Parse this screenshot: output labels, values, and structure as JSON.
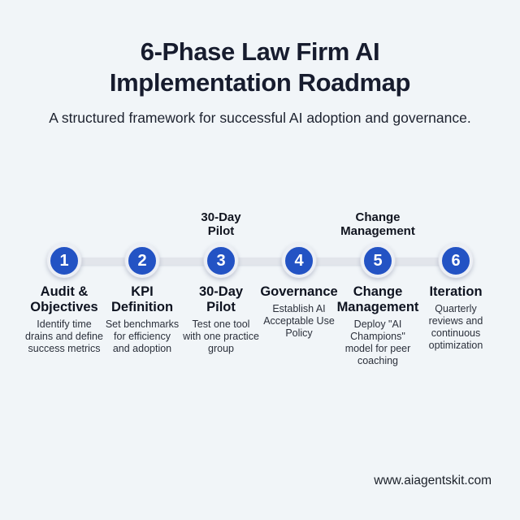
{
  "header": {
    "title_lines": [
      "6-Phase Law Firm AI",
      "Implementation Roadmap"
    ],
    "subtitle": "A structured framework for successful AI adoption and governance."
  },
  "timeline": {
    "phases": [
      {
        "number": "1",
        "title": [
          "Audit &",
          "Objectives"
        ],
        "description": [
          "Identify time",
          "drains and define",
          "success metrics"
        ]
      },
      {
        "number": "2",
        "title": [
          "KPI",
          "Definition"
        ],
        "description": [
          "Set benchmarks",
          "for efficiency",
          "and adoption"
        ]
      },
      {
        "number": "3",
        "above_label": [
          "30-Day",
          "Pilot"
        ],
        "title": [
          "30-Day",
          "Pilot"
        ],
        "description": [
          "Test one tool",
          "with one practice",
          "group"
        ]
      },
      {
        "number": "4",
        "title": [
          "Governance"
        ],
        "description": [
          "Establish AI",
          "Acceptable Use",
          "Policy"
        ]
      },
      {
        "number": "5",
        "above_label": [
          "Change",
          "Management"
        ],
        "title": [
          "Change",
          "Management"
        ],
        "description": [
          "Deploy \"AI",
          "Champions\"",
          "model for peer",
          "coaching"
        ]
      },
      {
        "number": "6",
        "title": [
          "Iteration"
        ],
        "description": [
          "Quarterly",
          "reviews and",
          "continuous",
          "optimization"
        ]
      }
    ]
  },
  "footer": {
    "website": "www.aiagentskit.com"
  },
  "colors": {
    "background": "#f1f5f8",
    "accent_blue": "#2353c4",
    "track_gray": "#e2e5eb",
    "title_navy": "#171c2e"
  }
}
